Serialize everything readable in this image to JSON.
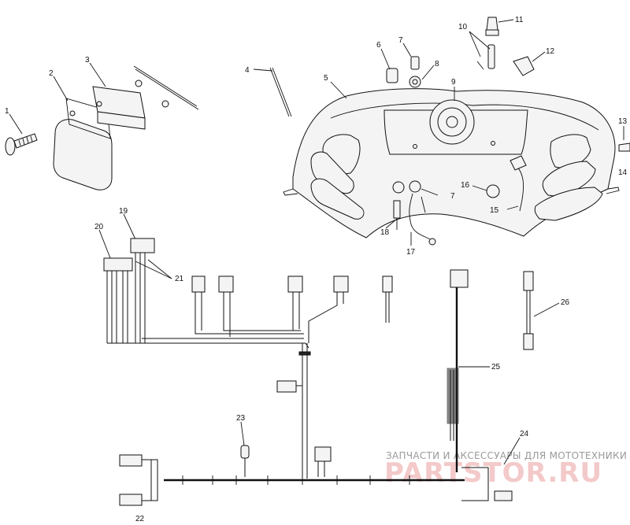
{
  "callouts": [
    {
      "id": "c1",
      "text": "1"
    },
    {
      "id": "c2",
      "text": "2"
    },
    {
      "id": "c3",
      "text": "3"
    },
    {
      "id": "c4",
      "text": "4"
    },
    {
      "id": "c5",
      "text": "5"
    },
    {
      "id": "c6",
      "text": "6"
    },
    {
      "id": "c7a",
      "text": "7"
    },
    {
      "id": "c8",
      "text": "8"
    },
    {
      "id": "c9",
      "text": "9"
    },
    {
      "id": "c10",
      "text": "10"
    },
    {
      "id": "c11",
      "text": "11"
    },
    {
      "id": "c12",
      "text": "12"
    },
    {
      "id": "c13",
      "text": "13"
    },
    {
      "id": "c14",
      "text": "14"
    },
    {
      "id": "c15",
      "text": "15"
    },
    {
      "id": "c16",
      "text": "16"
    },
    {
      "id": "c17",
      "text": "17"
    },
    {
      "id": "c18",
      "text": "18"
    },
    {
      "id": "c7b",
      "text": "7"
    },
    {
      "id": "c19",
      "text": "19"
    },
    {
      "id": "c20",
      "text": "20"
    },
    {
      "id": "c21",
      "text": "21"
    },
    {
      "id": "c22",
      "text": "22"
    },
    {
      "id": "c23",
      "text": "23"
    },
    {
      "id": "c24",
      "text": "24"
    },
    {
      "id": "c25",
      "text": "25"
    },
    {
      "id": "c26",
      "text": "26"
    }
  ],
  "watermark": {
    "caption": "ЗАПЧАСТИ И АКСЕССУАРЫ ДЛЯ МОТОТЕХНИКИ",
    "logo": "PARTSTOR.RU"
  },
  "colors": {
    "line": "#111111",
    "watermark_text": "#9a9a9a",
    "watermark_logo": "#f3c9c9"
  }
}
